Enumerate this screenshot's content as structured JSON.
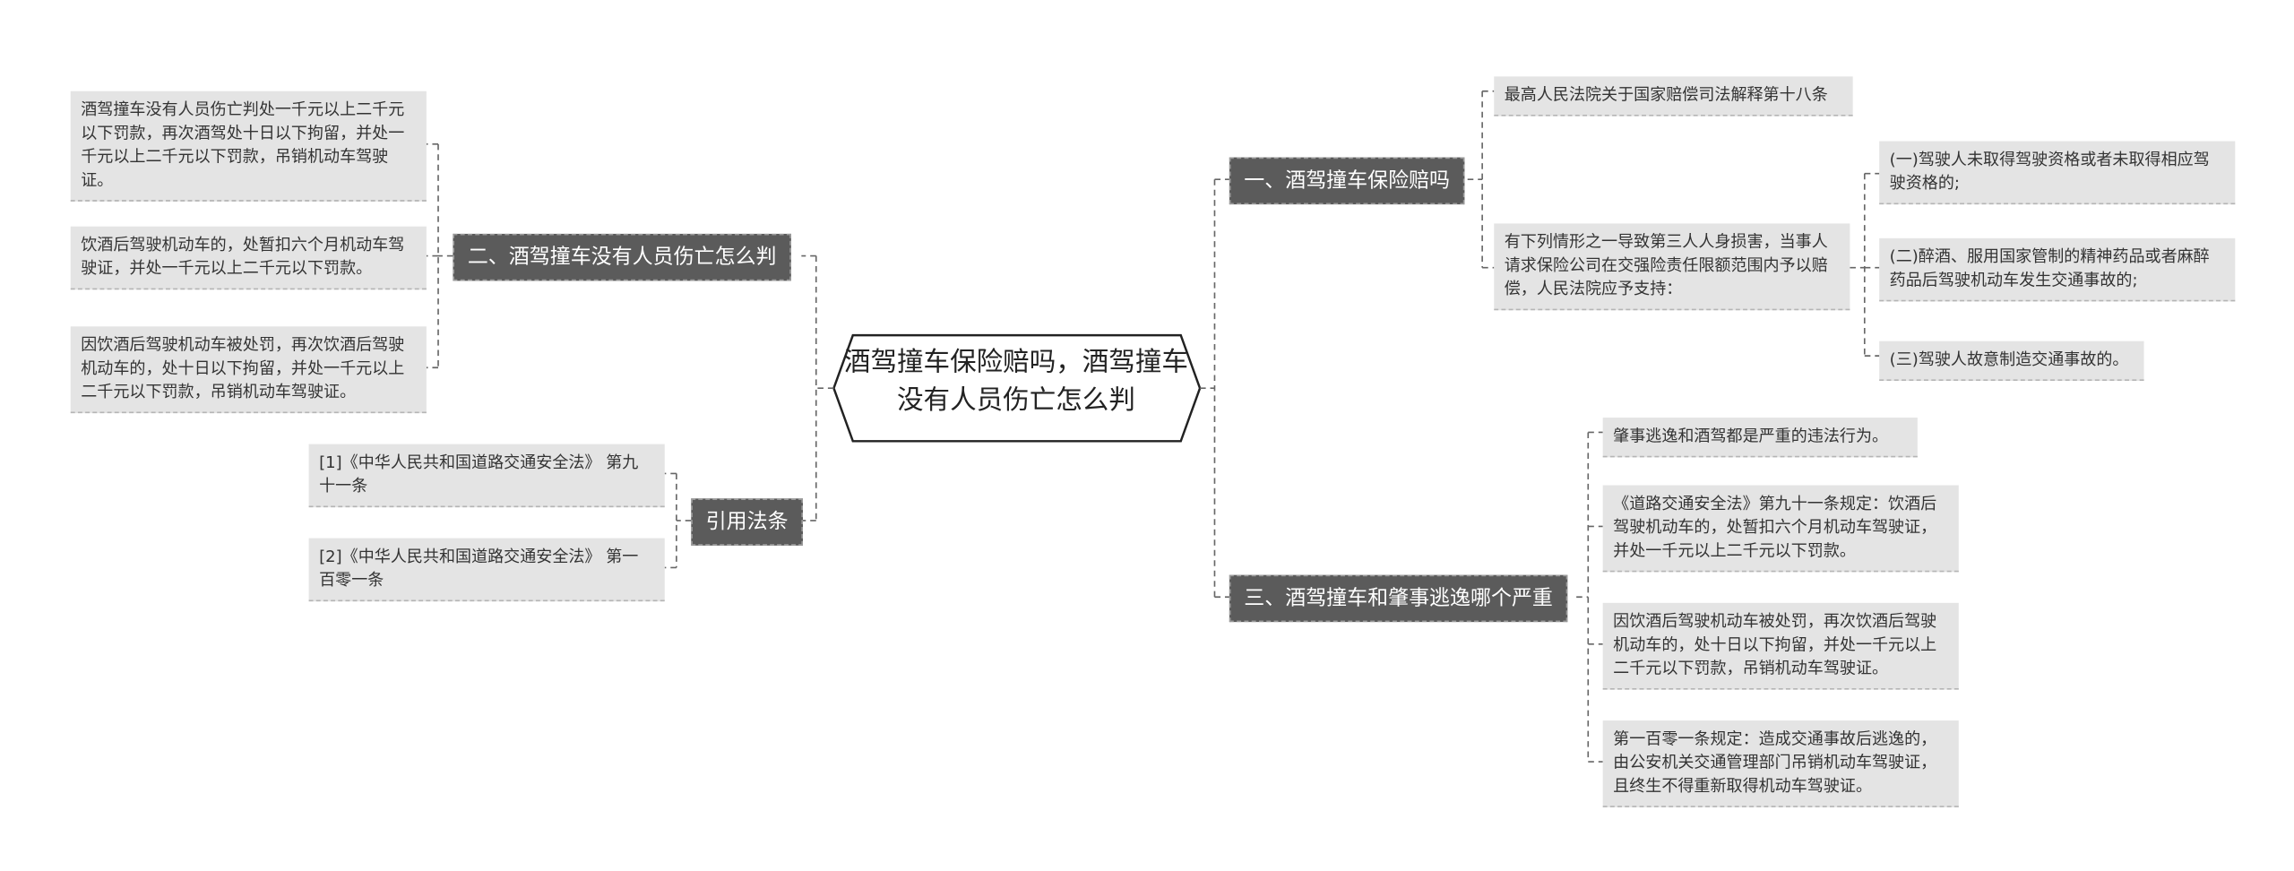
{
  "center": {
    "title": "酒驾撞车保险赔吗，酒驾撞车没有人员伤亡怎么判"
  },
  "branches": {
    "insurance": {
      "label": "一、酒驾撞车保险赔吗",
      "items": [
        "最高人民法院关于国家赔偿司法解释第十八条",
        "有下列情形之一导致第三人人身损害，当事人请求保险公司在交强险责任限额范围内予以赔偿，人民法院应予支持："
      ],
      "sub_items": [
        "(一)驾驶人未取得驾驶资格或者未取得相应驾驶资格的;",
        "(二)醉酒、服用国家管制的精神药品或者麻醉药品后驾驶机动车发生交通事故的;",
        "(三)驾驶人故意制造交通事故的。"
      ]
    },
    "no_injury": {
      "label": "二、酒驾撞车没有人员伤亡怎么判",
      "items": [
        "酒驾撞车没有人员伤亡判处一千元以上二千元以下罚款，再次酒驾处十日以下拘留，并处一千元以上二千元以下罚款，吊销机动车驾驶证。",
        "饮酒后驾驶机动车的，处暂扣六个月机动车驾驶证，并处一千元以上二千元以下罚款。",
        "因饮酒后驾驶机动车被处罚，再次饮酒后驾驶机动车的，处十日以下拘留，并处一千元以上二千元以下罚款，吊销机动车驾驶证。"
      ]
    },
    "hit_and_run": {
      "label": "三、酒驾撞车和肇事逃逸哪个严重",
      "items": [
        "肇事逃逸和酒驾都是严重的违法行为。",
        "《道路交通安全法》第九十一条规定：饮酒后驾驶机动车的，处暂扣六个月机动车驾驶证，并处一千元以上二千元以下罚款。",
        "因饮酒后驾驶机动车被处罚，再次饮酒后驾驶机动车的，处十日以下拘留，并处一千元以上二千元以下罚款，吊销机动车驾驶证。",
        "第一百零一条规定：造成交通事故后逃逸的，由公安机关交通管理部门吊销机动车驾驶证，且终生不得重新取得机动车驾驶证。"
      ]
    },
    "citations": {
      "label": "引用法条",
      "items": [
        "[1]《中华人民共和国道路交通安全法》 第九十一条",
        "[2]《中华人民共和国道路交通安全法》 第一百零一条"
      ]
    }
  }
}
